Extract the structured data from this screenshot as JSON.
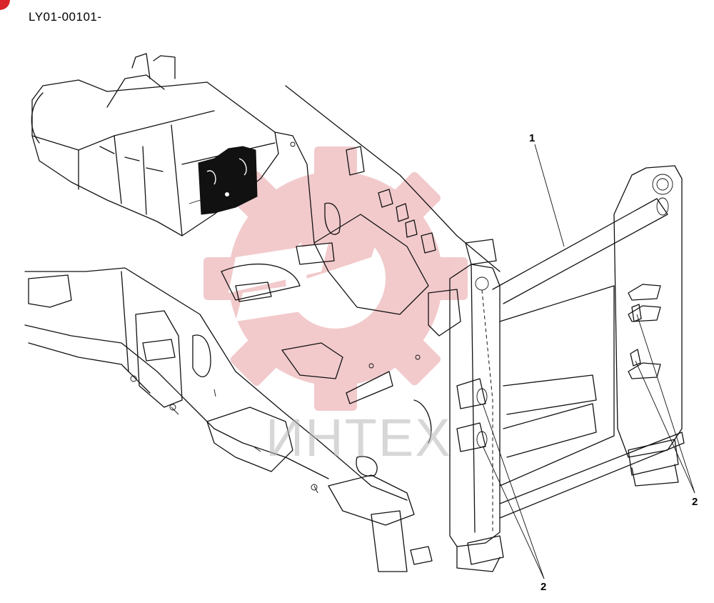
{
  "document": {
    "code": "LY01-00101-",
    "watermark": "ИНТЕХ"
  },
  "callouts": [
    {
      "id": "c1",
      "label": "1"
    },
    {
      "id": "c2a",
      "label": "2"
    },
    {
      "id": "c2b",
      "label": "2"
    }
  ],
  "colors": {
    "line": "#111111",
    "watermark": "#e8a0a3",
    "accent": "#d9252a"
  }
}
